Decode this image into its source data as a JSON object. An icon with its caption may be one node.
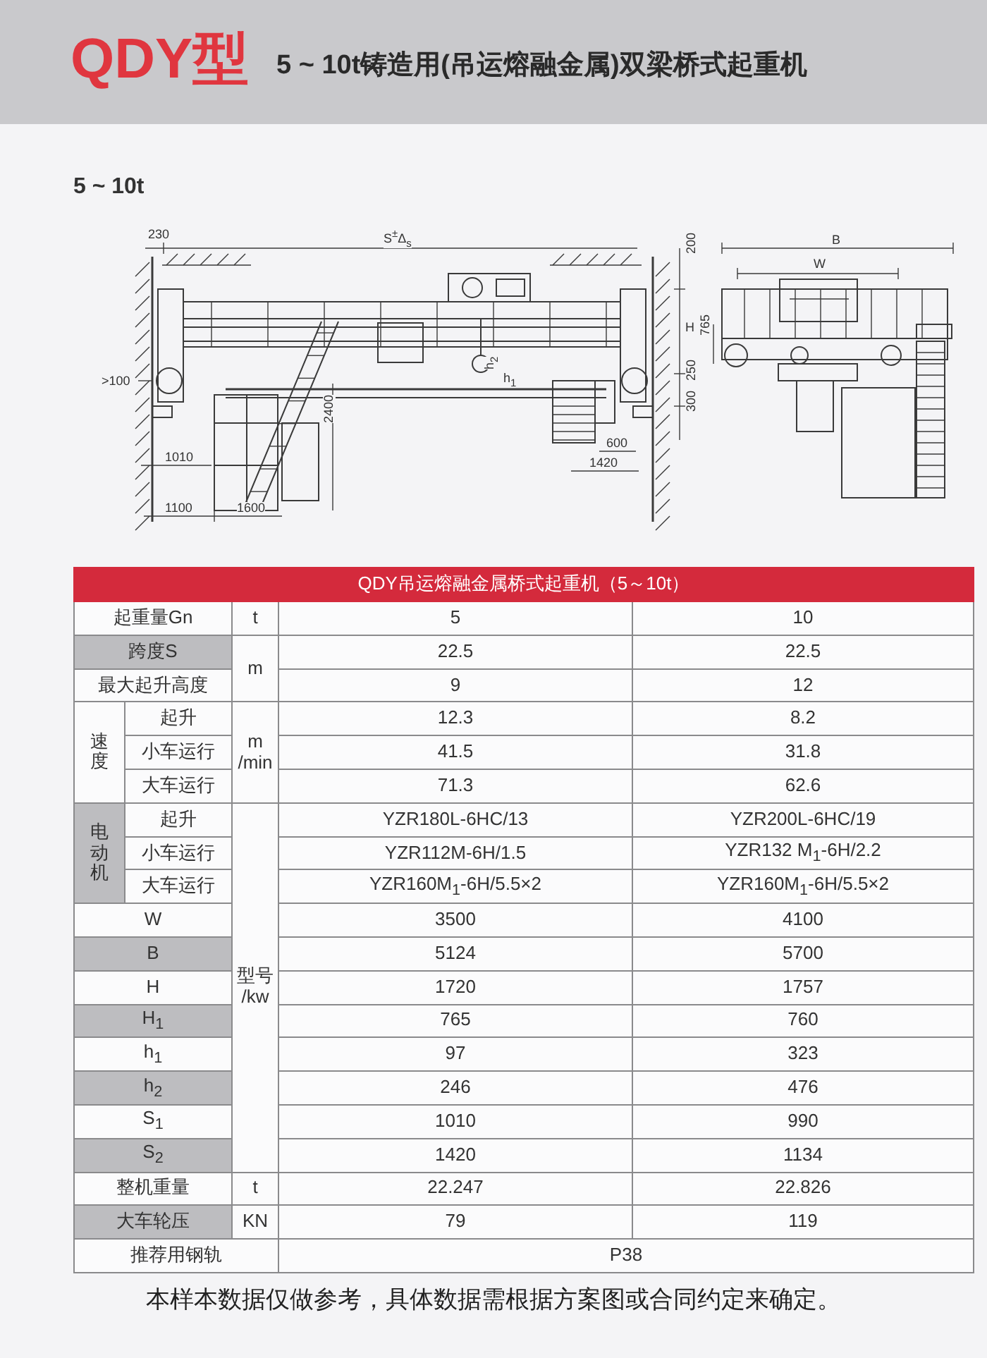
{
  "diagram": {
    "title": "QDY型",
    "caption": "本样本数据仅做参考，具体数据需根据方案图或合同约定来确定。",
    "labels": [
      "5 ~ 10t铸造用(吊运熔融金属)双梁桥式起重机",
      "5 ~ 10t",
      "230",
      "S$^{±}$Δ$_{s}$",
      "200",
      "H",
      ">100",
      "h$_{2}$",
      "h$_{1}$",
      "300",
      "250",
      "2400",
      "1010",
      "1100",
      "1600",
      "600",
      "1420",
      "B",
      "W",
      "765",
      "QDY吊运熔融金属桥式起重机（5～10t）",
      "起重量Gn",
      "t",
      "5",
      "10",
      "跨度S",
      "m",
      "22.5",
      "22.5",
      "最大起升高度",
      "9",
      "12",
      "速度",
      "起升",
      "m /min",
      "12.3",
      "8.2",
      "小车运行",
      "41.5",
      "31.8",
      "大车运行",
      "71.3",
      "62.6",
      "电动机",
      "起升",
      "型号 /kw",
      "YZR180L-6HC/13",
      "YZR200L-6HC/19",
      "小车运行",
      "YZR112M-6H/1.5",
      "YZR132 M$_{1}$-6H/2.2",
      "大车运行",
      "YZR160M$_{1}$-6H/5.5×2",
      "YZR160M$_{1}$-6H/5.5×2",
      "W",
      "3500",
      "4100",
      "B",
      "5124",
      "5700",
      "H",
      "1720",
      "1757",
      "H$_{1}$",
      "765",
      "760",
      "h$_{1}$",
      "97",
      "323",
      "h$_{2}$",
      "246",
      "476",
      "S$_{1}$",
      "1010",
      "990",
      "S$_{2}$",
      "1420",
      "1134",
      "整机重量",
      "t",
      "22.247",
      "22.826",
      "大车轮压",
      "KN",
      "79",
      "119",
      "推荐用钢轨",
      "P38"
    ]
  }
}
